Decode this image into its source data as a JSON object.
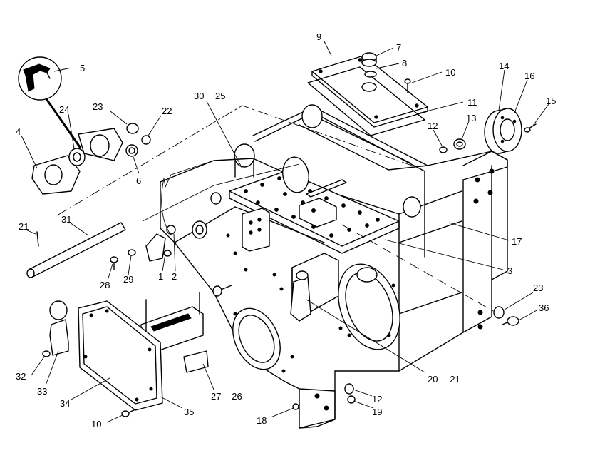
{
  "callouts": [
    {
      "id": "c9",
      "text": "9"
    },
    {
      "id": "c7",
      "text": "7"
    },
    {
      "id": "c8",
      "text": "8"
    },
    {
      "id": "c10a",
      "text": "10"
    },
    {
      "id": "c11",
      "text": "11"
    },
    {
      "id": "c5",
      "text": "5"
    },
    {
      "id": "c30",
      "text": "30"
    },
    {
      "id": "c25",
      "text": "25"
    },
    {
      "id": "c24",
      "text": "24"
    },
    {
      "id": "c23a",
      "text": "23"
    },
    {
      "id": "c22",
      "text": "22"
    },
    {
      "id": "c4",
      "text": "4"
    },
    {
      "id": "c6",
      "text": "6"
    },
    {
      "id": "c14",
      "text": "14"
    },
    {
      "id": "c16",
      "text": "16"
    },
    {
      "id": "c15",
      "text": "15"
    },
    {
      "id": "c12a",
      "text": "12"
    },
    {
      "id": "c13",
      "text": "13"
    },
    {
      "id": "c21a",
      "text": "21"
    },
    {
      "id": "c31",
      "text": "31"
    },
    {
      "id": "c17",
      "text": "17"
    },
    {
      "id": "c28",
      "text": "28"
    },
    {
      "id": "c29",
      "text": "29"
    },
    {
      "id": "c1",
      "text": "1"
    },
    {
      "id": "c2",
      "text": "2"
    },
    {
      "id": "c3",
      "text": "3"
    },
    {
      "id": "c23b",
      "text": "23"
    },
    {
      "id": "c36",
      "text": "36"
    },
    {
      "id": "c32",
      "text": "32"
    },
    {
      "id": "c33",
      "text": "33"
    },
    {
      "id": "c34",
      "text": "34"
    },
    {
      "id": "c35",
      "text": "35"
    },
    {
      "id": "c27",
      "text": "27"
    },
    {
      "id": "c26",
      "text": "–26"
    },
    {
      "id": "c20",
      "text": "20"
    },
    {
      "id": "c21b",
      "text": "–21"
    },
    {
      "id": "c12b",
      "text": "12"
    },
    {
      "id": "c19",
      "text": "19"
    },
    {
      "id": "c18",
      "text": "18"
    },
    {
      "id": "c10b",
      "text": "10"
    }
  ]
}
